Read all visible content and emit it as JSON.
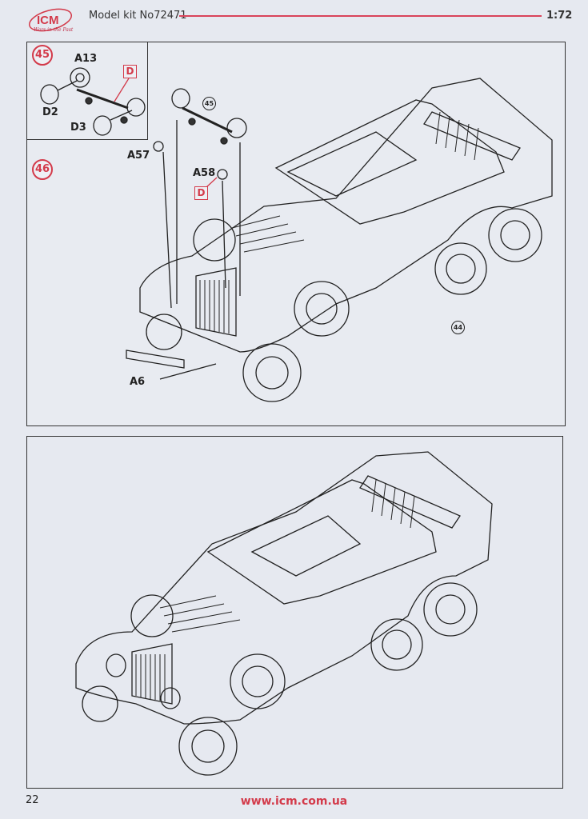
{
  "header": {
    "brand": "ICM",
    "tagline": "Wars in the Past",
    "model_kit": "Model kit No72471",
    "scale": "1:72"
  },
  "panel1": {
    "steps": [
      "45",
      "46"
    ],
    "callouts": [
      "45",
      "44"
    ],
    "parts": {
      "a13": "A13",
      "d2": "D2",
      "d3": "D3",
      "a57": "A57",
      "a58": "A58",
      "a6": "A6"
    },
    "paint_code": "D"
  },
  "footer": {
    "page": "22",
    "url": "www.icm.com.ua"
  },
  "colors": {
    "accent": "#d33a4a",
    "line": "#222222"
  }
}
